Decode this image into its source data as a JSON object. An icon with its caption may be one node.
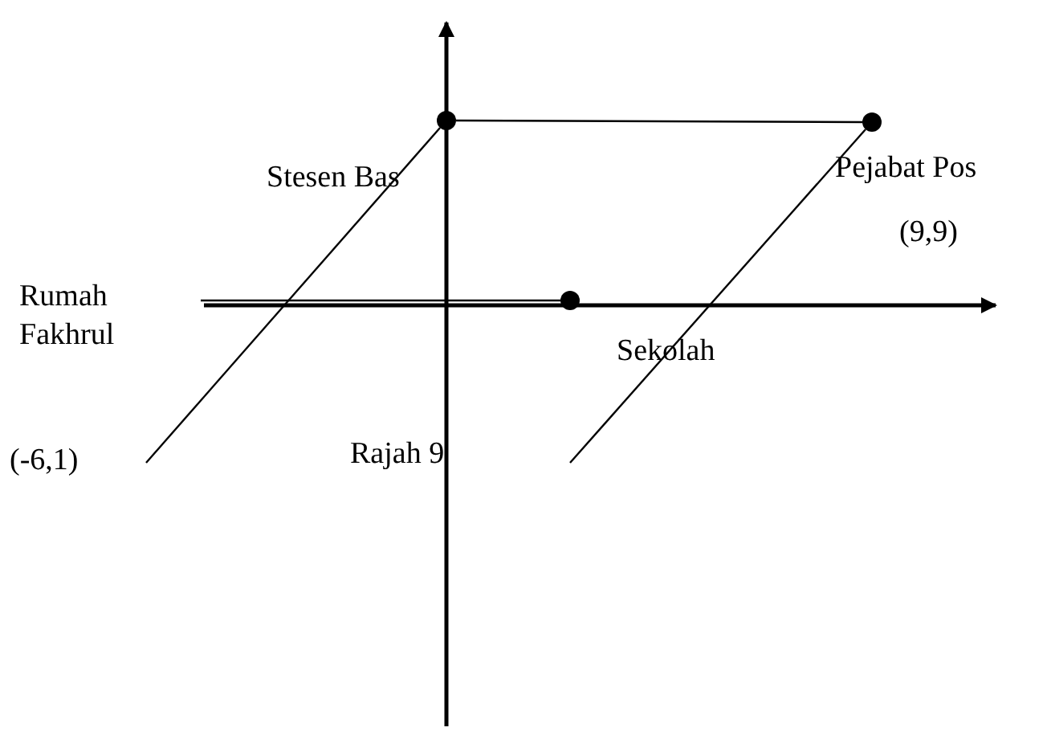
{
  "diagram": {
    "nodes": [
      {
        "text": [],
        "shape": "circle",
        "beside": [
          "Stesen Bas"
        ]
      },
      {
        "text": [],
        "shape": "circle",
        "beside": [
          "Pejabat Pos"
        ]
      },
      {
        "text": [],
        "shape": "circle",
        "beside": [
          "Sekolah"
        ]
      },
      {
        "text": [
          "Rumah Fakhrul"
        ]
      },
      {
        "text": [
          "(-6,1)"
        ]
      }
    ],
    "edges": [
      {
        "from": 0,
        "to": 1,
        "arrow": "none"
      },
      {
        "from": 3,
        "to": 2,
        "arrow": "none"
      },
      {
        "from": 4,
        "to": 0,
        "arrow": "none"
      },
      {
        "from": null,
        "to": 1,
        "arrow": "none"
      }
    ],
    "labels": [
      "(9,9)",
      "Rajah 9"
    ]
  }
}
